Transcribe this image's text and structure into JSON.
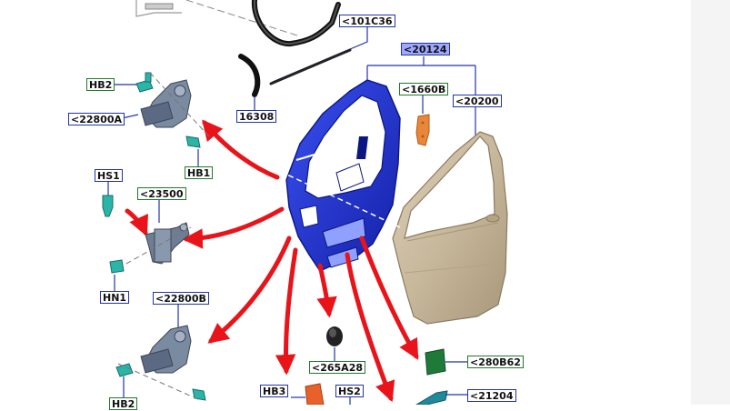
{
  "labels": {
    "l_101c36": "<101C36",
    "l_20124": "<20124",
    "l_1660b": "<1660B",
    "l_20200": "<20200",
    "l_16308": "16308",
    "l_hb2_top": "HB2",
    "l_22800a": "<22800A",
    "l_hb1": "HB1",
    "l_hs1": "HS1",
    "l_23500": "<23500",
    "l_hn1": "HN1",
    "l_22800b": "<22800B",
    "l_265a28": "<265A28",
    "l_280b62": "<280B62",
    "l_hb3": "HB3",
    "l_hs2": "HS2",
    "l_21204": "<21204",
    "l_hb2_bottom": "HB2"
  },
  "colors": {
    "door_frame": "#1a2fd0",
    "outer_panel": "#c7b79b",
    "arrow": "#e8141a",
    "label_blue_border": "#2233aa",
    "label_green_border": "#1e7a28",
    "selected_label_bg": "#9fa8ff",
    "part_green": "#1f7a3a",
    "part_orange": "#e8873a",
    "fastener_teal": "#2bb4a8"
  }
}
